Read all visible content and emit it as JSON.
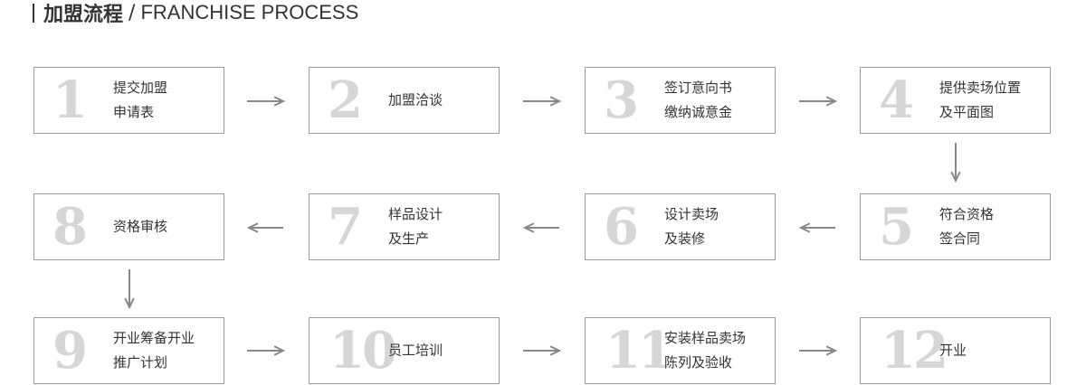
{
  "header": {
    "title_cn": "加盟流程",
    "separator": "/",
    "title_en": "FRANCHISE PROCESS"
  },
  "steps": [
    {
      "number": "1",
      "lines": [
        "提交加盟",
        "申请表"
      ]
    },
    {
      "number": "2",
      "lines": [
        "加盟洽谈"
      ]
    },
    {
      "number": "3",
      "lines": [
        "签订意向书",
        "缴纳诚意金"
      ]
    },
    {
      "number": "4",
      "lines": [
        "提供卖场位置",
        "及平面图"
      ]
    },
    {
      "number": "5",
      "lines": [
        "符合资格",
        "签合同"
      ]
    },
    {
      "number": "6",
      "lines": [
        "设计卖场",
        "及装修"
      ]
    },
    {
      "number": "7",
      "lines": [
        "样品设计",
        "及生产"
      ]
    },
    {
      "number": "8",
      "lines": [
        "资格审核"
      ]
    },
    {
      "number": "9",
      "lines": [
        "开业筹备开业",
        "推广计划"
      ]
    },
    {
      "number": "10",
      "lines": [
        "员工培训"
      ]
    },
    {
      "number": "11",
      "lines": [
        "安装样品卖场",
        "陈列及验收"
      ]
    },
    {
      "number": "12",
      "lines": [
        "开业"
      ]
    }
  ],
  "colors": {
    "border": "#9a9a9a",
    "number": "#d6d6d6",
    "arrow": "#888888",
    "text": "#333333"
  }
}
